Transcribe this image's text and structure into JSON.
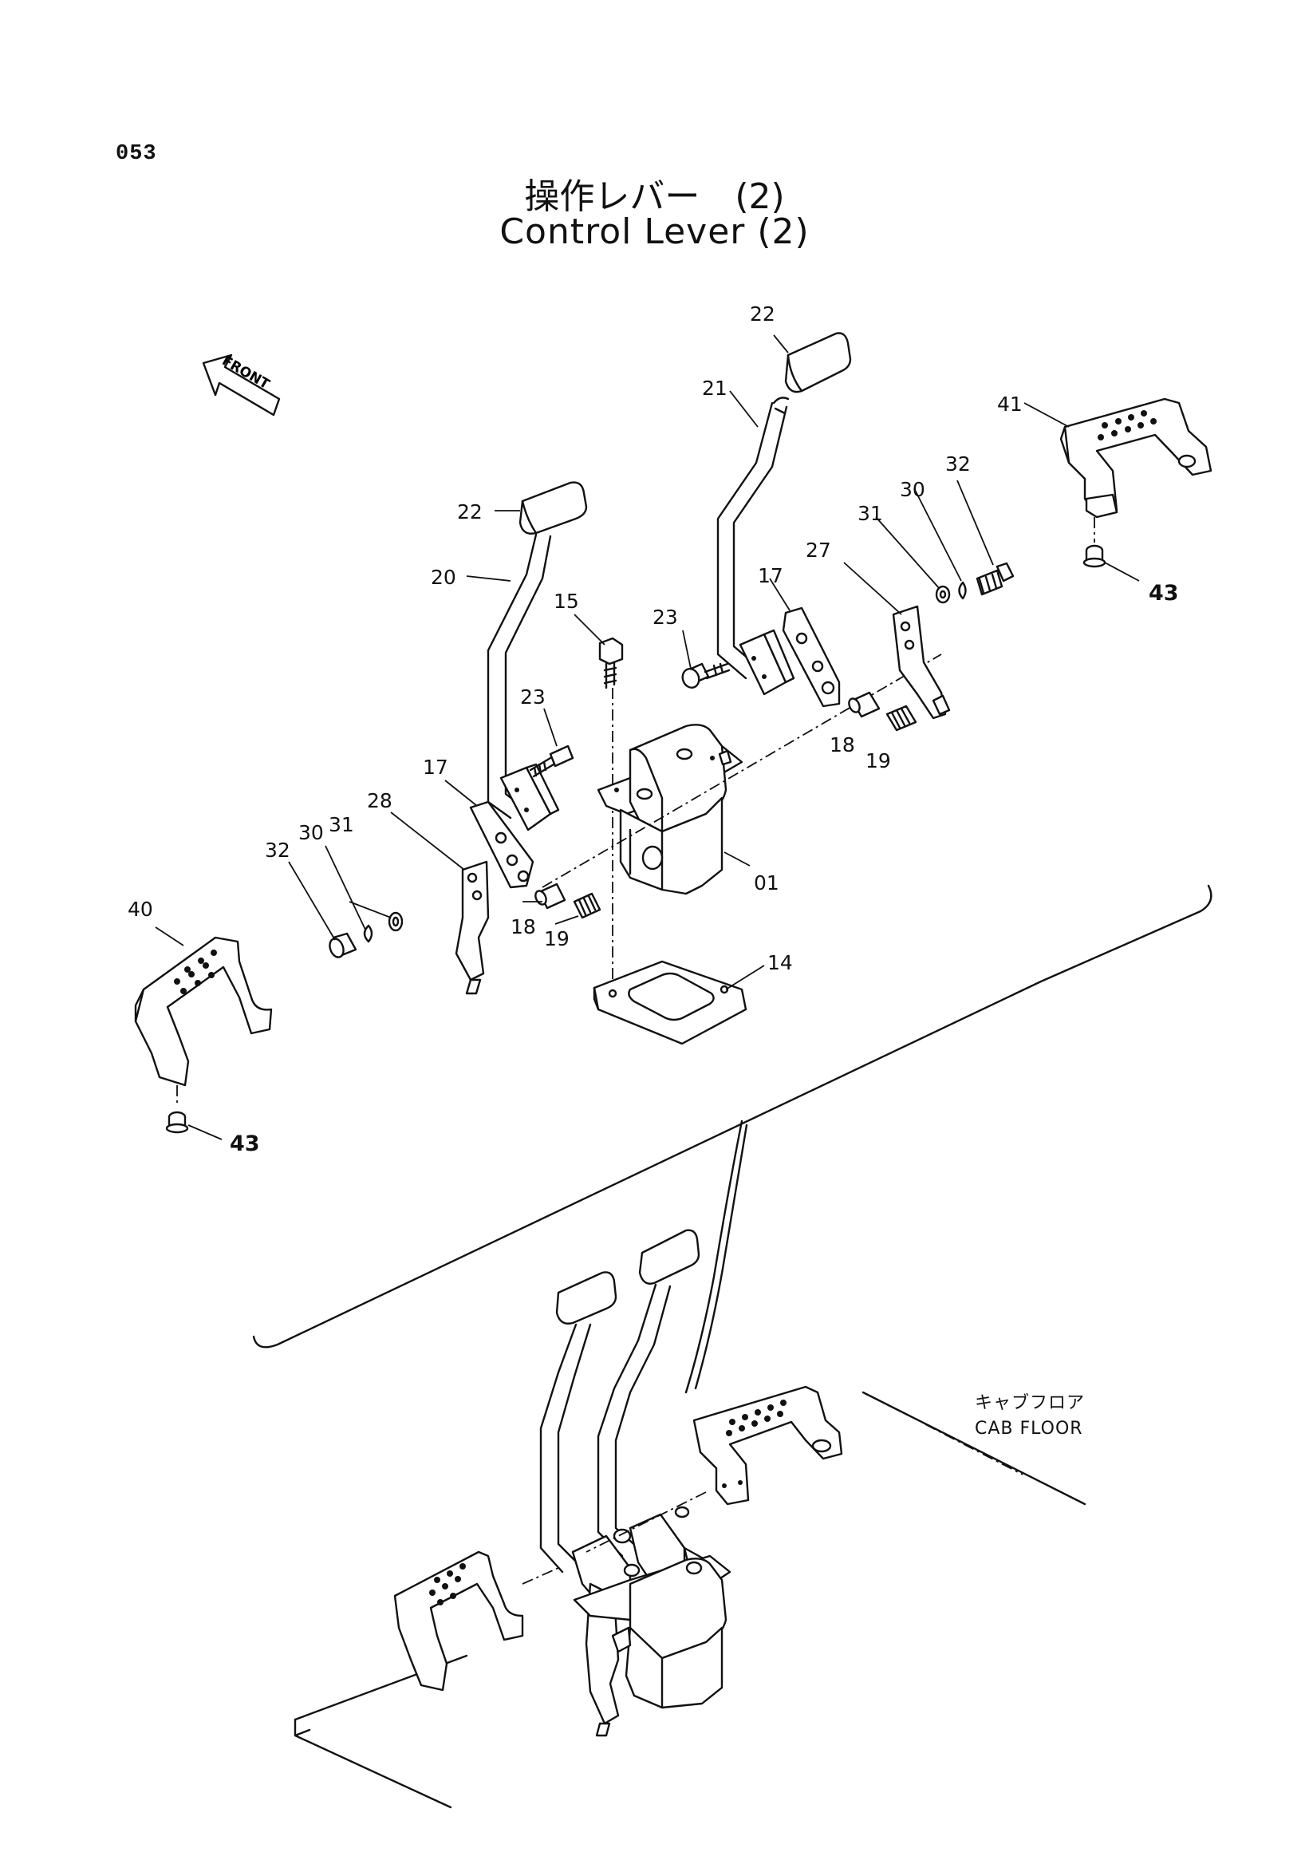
{
  "page_number": "053",
  "title_ja": "操作レバー　(2)",
  "title_en": "Control Lever (2)",
  "front_arrow_label": "FRONT",
  "cab_floor": {
    "ja": "キャブフロア",
    "en": "CAB FLOOR"
  },
  "callouts": {
    "c01": "01",
    "c14": "14",
    "c15": "15",
    "c17a": "17",
    "c17b": "17",
    "c18a": "18",
    "c18b": "18",
    "c19a": "19",
    "c19b": "19",
    "c20": "20",
    "c21": "21",
    "c22a": "22",
    "c22b": "22",
    "c23a": "23",
    "c23b": "23",
    "c27": "27",
    "c28": "28",
    "c30a": "30",
    "c30b": "30",
    "c31a": "31",
    "c31b": "31",
    "c32a": "32",
    "c32b": "32",
    "c40": "40",
    "c41": "41",
    "c43a": "43",
    "c43b": "43"
  }
}
